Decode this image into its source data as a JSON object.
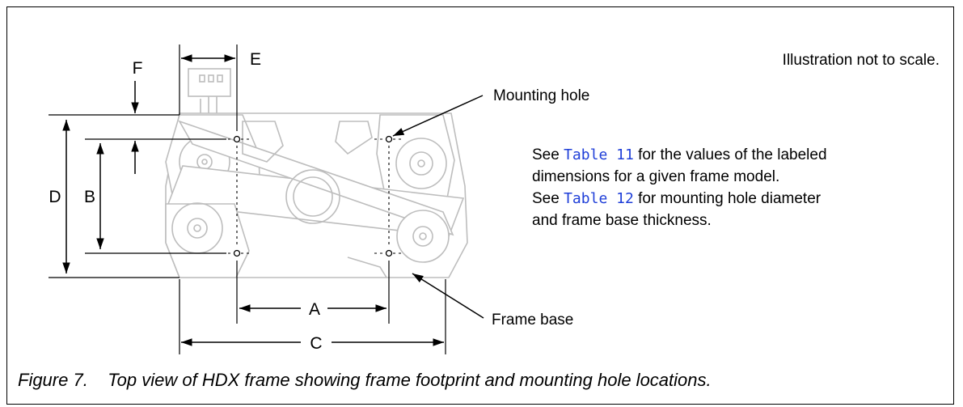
{
  "figure": {
    "scale_note": "Illustration not to scale.",
    "labels": {
      "A": "A",
      "B": "B",
      "C": "C",
      "D": "D",
      "E": "E",
      "F": "F"
    },
    "callouts": {
      "mounting_hole": "Mounting hole",
      "frame_base": "Frame base"
    },
    "notes": {
      "line1_prefix": "See ",
      "line1_link": "Table 11",
      "line1_suffix": " for the values of the labeled",
      "line2": "dimensions for a given frame model.",
      "line3_prefix": "See ",
      "line3_link": "Table 12",
      "line3_suffix": " for mounting hole diameter",
      "line4": "and frame base thickness."
    },
    "caption": "Figure 7.    Top view of HDX frame showing frame footprint and mounting hole locations.",
    "colors": {
      "link": "#1f3fd8",
      "machine_outline": "#bdbdbd"
    }
  }
}
